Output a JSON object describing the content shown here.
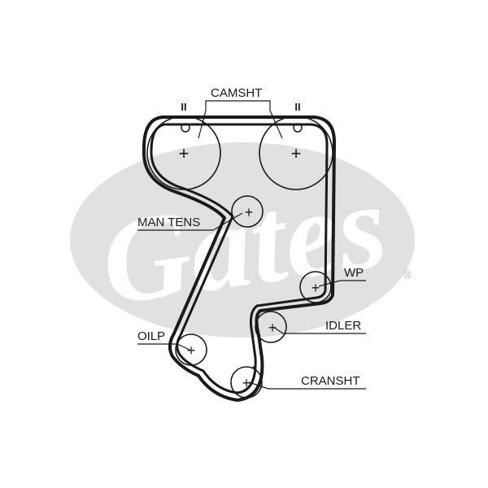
{
  "diagram": {
    "logo": {
      "text": "Gates",
      "registered": "®"
    },
    "labels": {
      "camshaft": "CAMSHT",
      "tensioner": "MAN TENS",
      "water_pump": "WP",
      "idler": "IDLER",
      "oil_pump": "OILP",
      "crankshaft": "CRANSHT"
    },
    "timing_marks": [
      "II",
      "II"
    ]
  },
  "colors": {
    "belt": "#1a1a1a",
    "logo_ellipse": "#e1e1e1",
    "logo_text": "#ffffff",
    "registered": "#bdbdbd"
  }
}
